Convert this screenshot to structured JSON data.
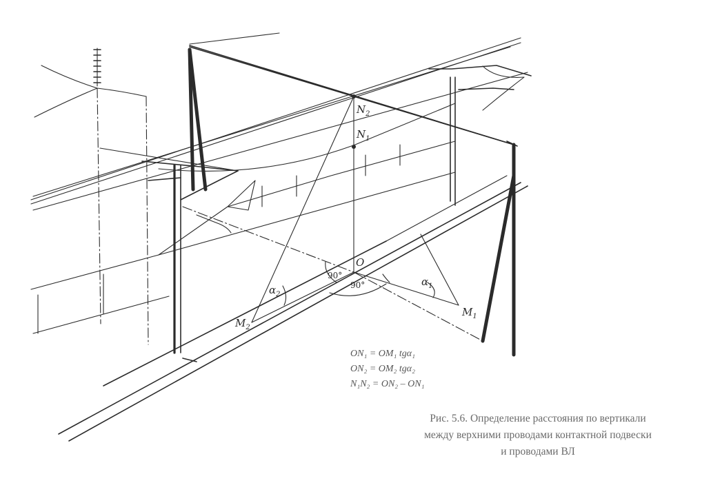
{
  "labels": {
    "n2": {
      "base": "N",
      "sub": "2"
    },
    "n1": {
      "base": "N",
      "sub": "1"
    },
    "o": "O",
    "m1": {
      "base": "M",
      "sub": "1"
    },
    "m2": {
      "base": "M",
      "sub": "2"
    },
    "alpha1": {
      "base": "α",
      "sub": "1"
    },
    "alpha2": {
      "base": "α",
      "sub": "2"
    },
    "angle_left": "90°",
    "angle_bottom": "90°"
  },
  "formulas": [
    "ON₁ = OM₁ tgα₁",
    "ON₂ = OM₂ tgα₂",
    "N₁N₂ = ON₂ – ON₁"
  ],
  "caption": [
    "Рис. 5.6. Определение расстояния по вертикали",
    "между верхними проводами контактной подвески",
    "и проводами ВЛ"
  ]
}
